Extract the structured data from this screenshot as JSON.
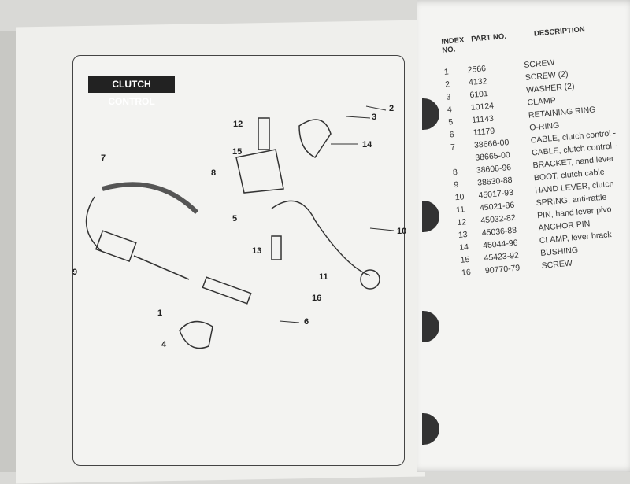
{
  "diagram": {
    "title": "CLUTCH CONTROL",
    "callouts": [
      "1",
      "2",
      "3",
      "4",
      "5",
      "6",
      "7",
      "8",
      "9",
      "10",
      "11",
      "12",
      "13",
      "14",
      "15",
      "16"
    ]
  },
  "table": {
    "headers": {
      "index": "INDEX NO.",
      "part": "PART NO.",
      "description": "DESCRIPTION"
    },
    "rows": [
      {
        "index": "1",
        "part": "2566",
        "description": "SCREW"
      },
      {
        "index": "2",
        "part": "4132",
        "description": "SCREW (2)"
      },
      {
        "index": "3",
        "part": "6101",
        "description": "WASHER (2)"
      },
      {
        "index": "4",
        "part": "10124",
        "description": "CLAMP"
      },
      {
        "index": "5",
        "part": "11143",
        "description": "RETAINING RING"
      },
      {
        "index": "6",
        "part": "11179",
        "description": "O-RING"
      },
      {
        "index": "7",
        "part": "38666-00",
        "description": "CABLE, clutch control -"
      },
      {
        "index": "",
        "part": "38665-00",
        "description": "CABLE, clutch control -"
      },
      {
        "index": "8",
        "part": "38608-96",
        "description": "BRACKET, hand lever"
      },
      {
        "index": "9",
        "part": "38630-88",
        "description": "BOOT, clutch cable"
      },
      {
        "index": "10",
        "part": "45017-93",
        "description": "HAND LEVER, clutch"
      },
      {
        "index": "11",
        "part": "45021-86",
        "description": "SPRING, anti-rattle"
      },
      {
        "index": "12",
        "part": "45032-82",
        "description": "PIN, hand lever pivo"
      },
      {
        "index": "13",
        "part": "45036-88",
        "description": "ANCHOR PIN"
      },
      {
        "index": "14",
        "part": "45044-96",
        "description": "CLAMP, lever brack"
      },
      {
        "index": "15",
        "part": "45423-92",
        "description": "BUSHING"
      },
      {
        "index": "16",
        "part": "90770-79",
        "description": "SCREW"
      }
    ]
  }
}
